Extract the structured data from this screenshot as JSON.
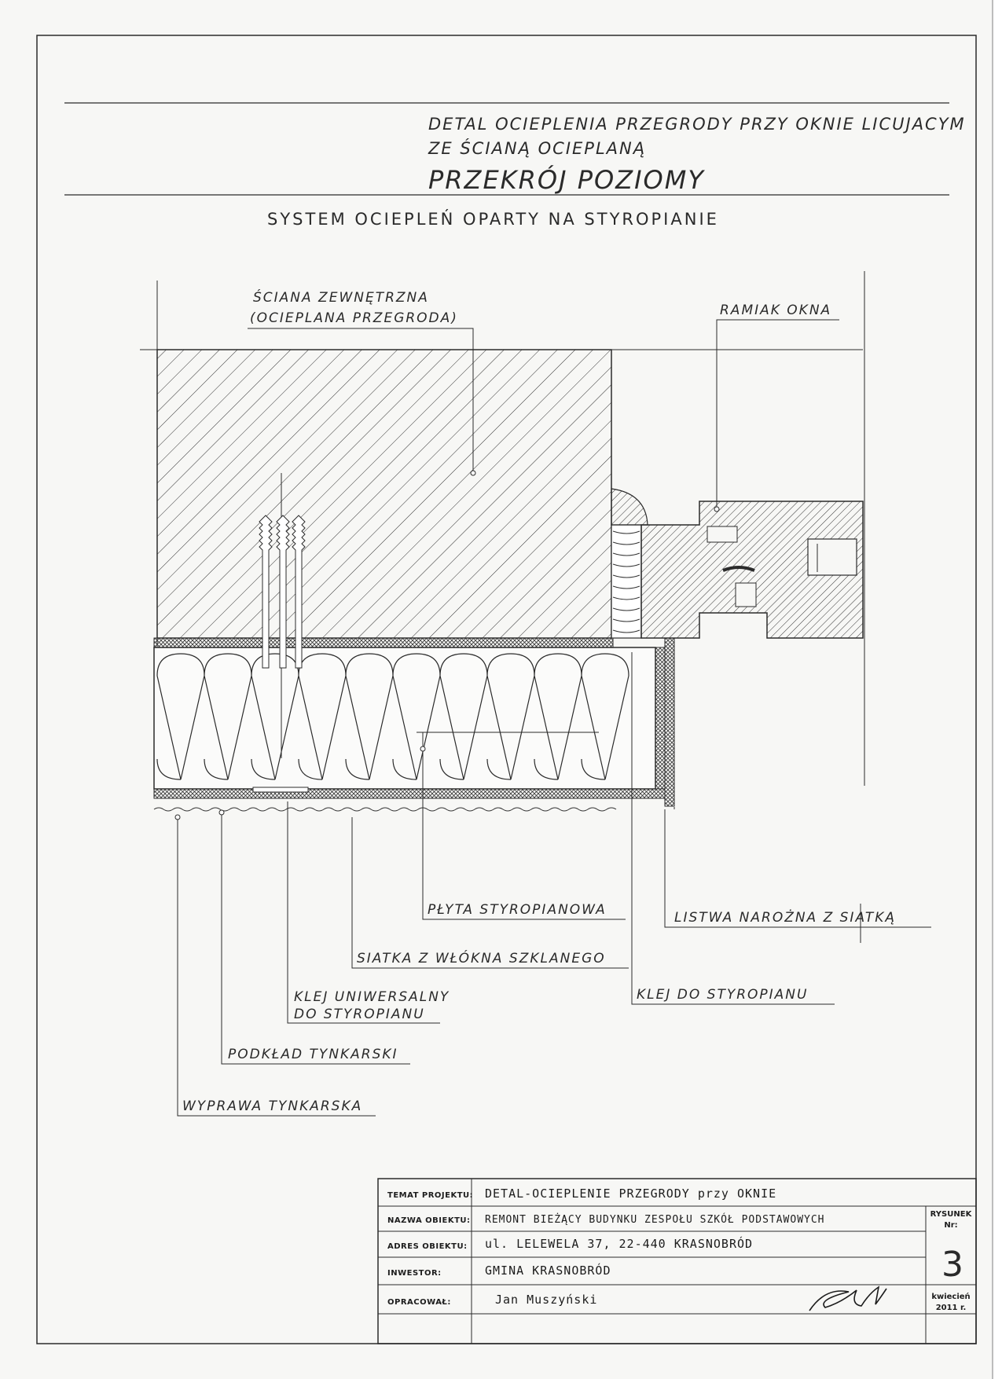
{
  "drawing": {
    "title_line1": "DETAL OCIEPLENIA  PRZEGRODY PRZY OKNIE LICUJACYM",
    "title_line2": "ZE ŚCIANĄ OCIEPLANĄ",
    "section": "PRZEKRÓJ POZIOMY",
    "system": "SYSTEM OCIEPLEŃ OPARTY NA STYROPIANIE"
  },
  "labels": {
    "wall_line1": "ŚCIANA ZEWNĘTRZNA",
    "wall_line2": "(OCIEPLANA PRZEGRODA)",
    "window_frame": "RAMIAK OKNA",
    "eps_board": "PŁYTA STYROPIANOWA",
    "corner_strip": "LISTWA NAROŻNA Z SIATKĄ",
    "glass_mesh": "SIATKA Z WŁÓKNA SZKLANEGO",
    "adhesive_universal_line1": "KLEJ UNIWERSALNY",
    "adhesive_universal_line2": "DO STYROPIANU",
    "eps_adhesive": "KLEJ DO STYROPIANU",
    "primer": "PODKŁAD TYNKARSKI",
    "render": "WYPRAWA TYNKARSKA"
  },
  "title_block": {
    "rows": [
      {
        "label": "TEMAT PROJEKTU:",
        "value": "DETAL-OCIEPLENIE PRZEGRODY przy OKNIE"
      },
      {
        "label": "NAZWA OBIEKTU:",
        "value": "REMONT BIEŻĄCY BUDYNKU ZESPOŁU SZKÓŁ PODSTAWOWYCH"
      },
      {
        "label": "ADRES OBIEKTU:",
        "value": "ul. LELEWELA 37, 22-440 KRASNOBRÓD"
      },
      {
        "label": "INWESTOR:",
        "value": "GMINA KRASNOBRÓD"
      },
      {
        "label": "OPRACOWAŁ:",
        "value": "Jan Muszyński"
      }
    ],
    "drawing_label_line1": "RYSUNEK",
    "drawing_label_line2": "Nr:",
    "drawing_number": "3",
    "date_line1": "kwiecień",
    "date_line2": "2011 r."
  }
}
